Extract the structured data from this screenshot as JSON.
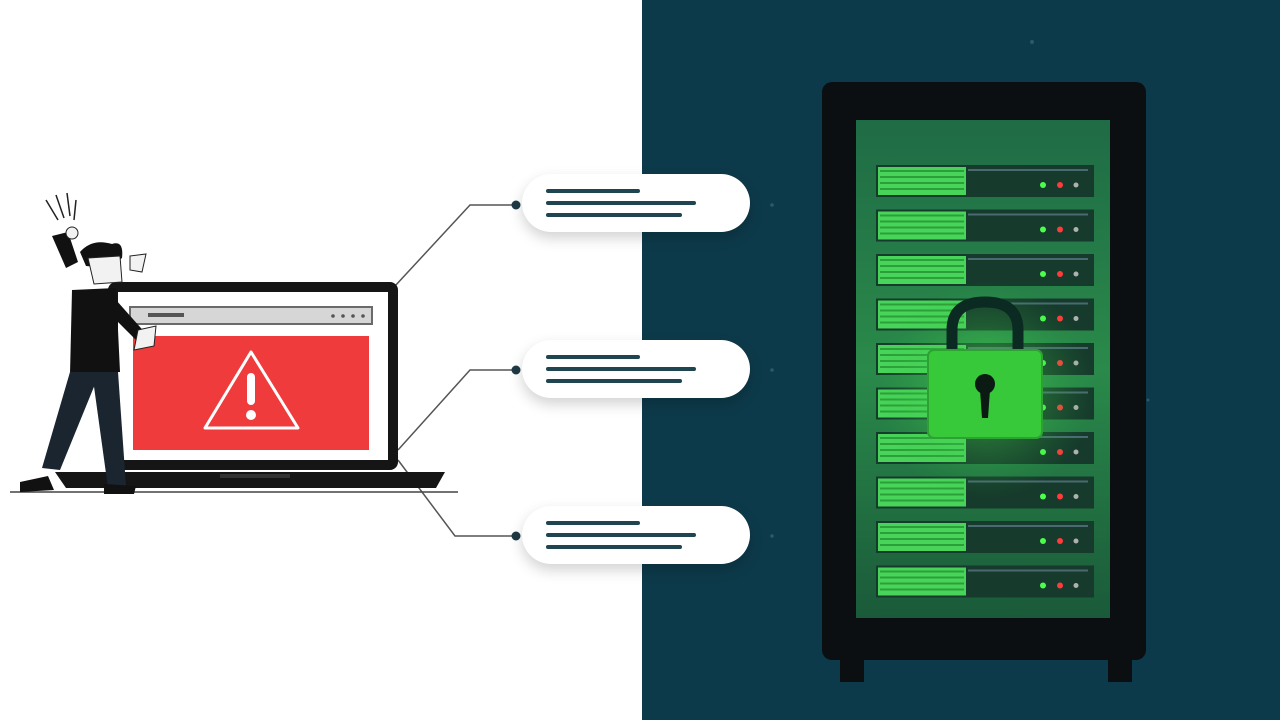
{
  "scene": {
    "alt_subject": "",
    "colors": {
      "left_background": "#ffffff",
      "right_background": "#0d3a4a",
      "alert_red": "#ef3b3b",
      "laptop_dark": "#151515",
      "server_frame": "#0b0f12",
      "server_glow": "#3fd14a",
      "lock_green": "#37c93a",
      "card_line": "#1f4550",
      "connector": "#555555"
    },
    "icons": [
      "warning-triangle-icon",
      "padlock-icon"
    ],
    "info_cards": [
      {
        "lines": 3
      },
      {
        "lines": 3
      },
      {
        "lines": 3
      }
    ],
    "server_slots": 10
  }
}
